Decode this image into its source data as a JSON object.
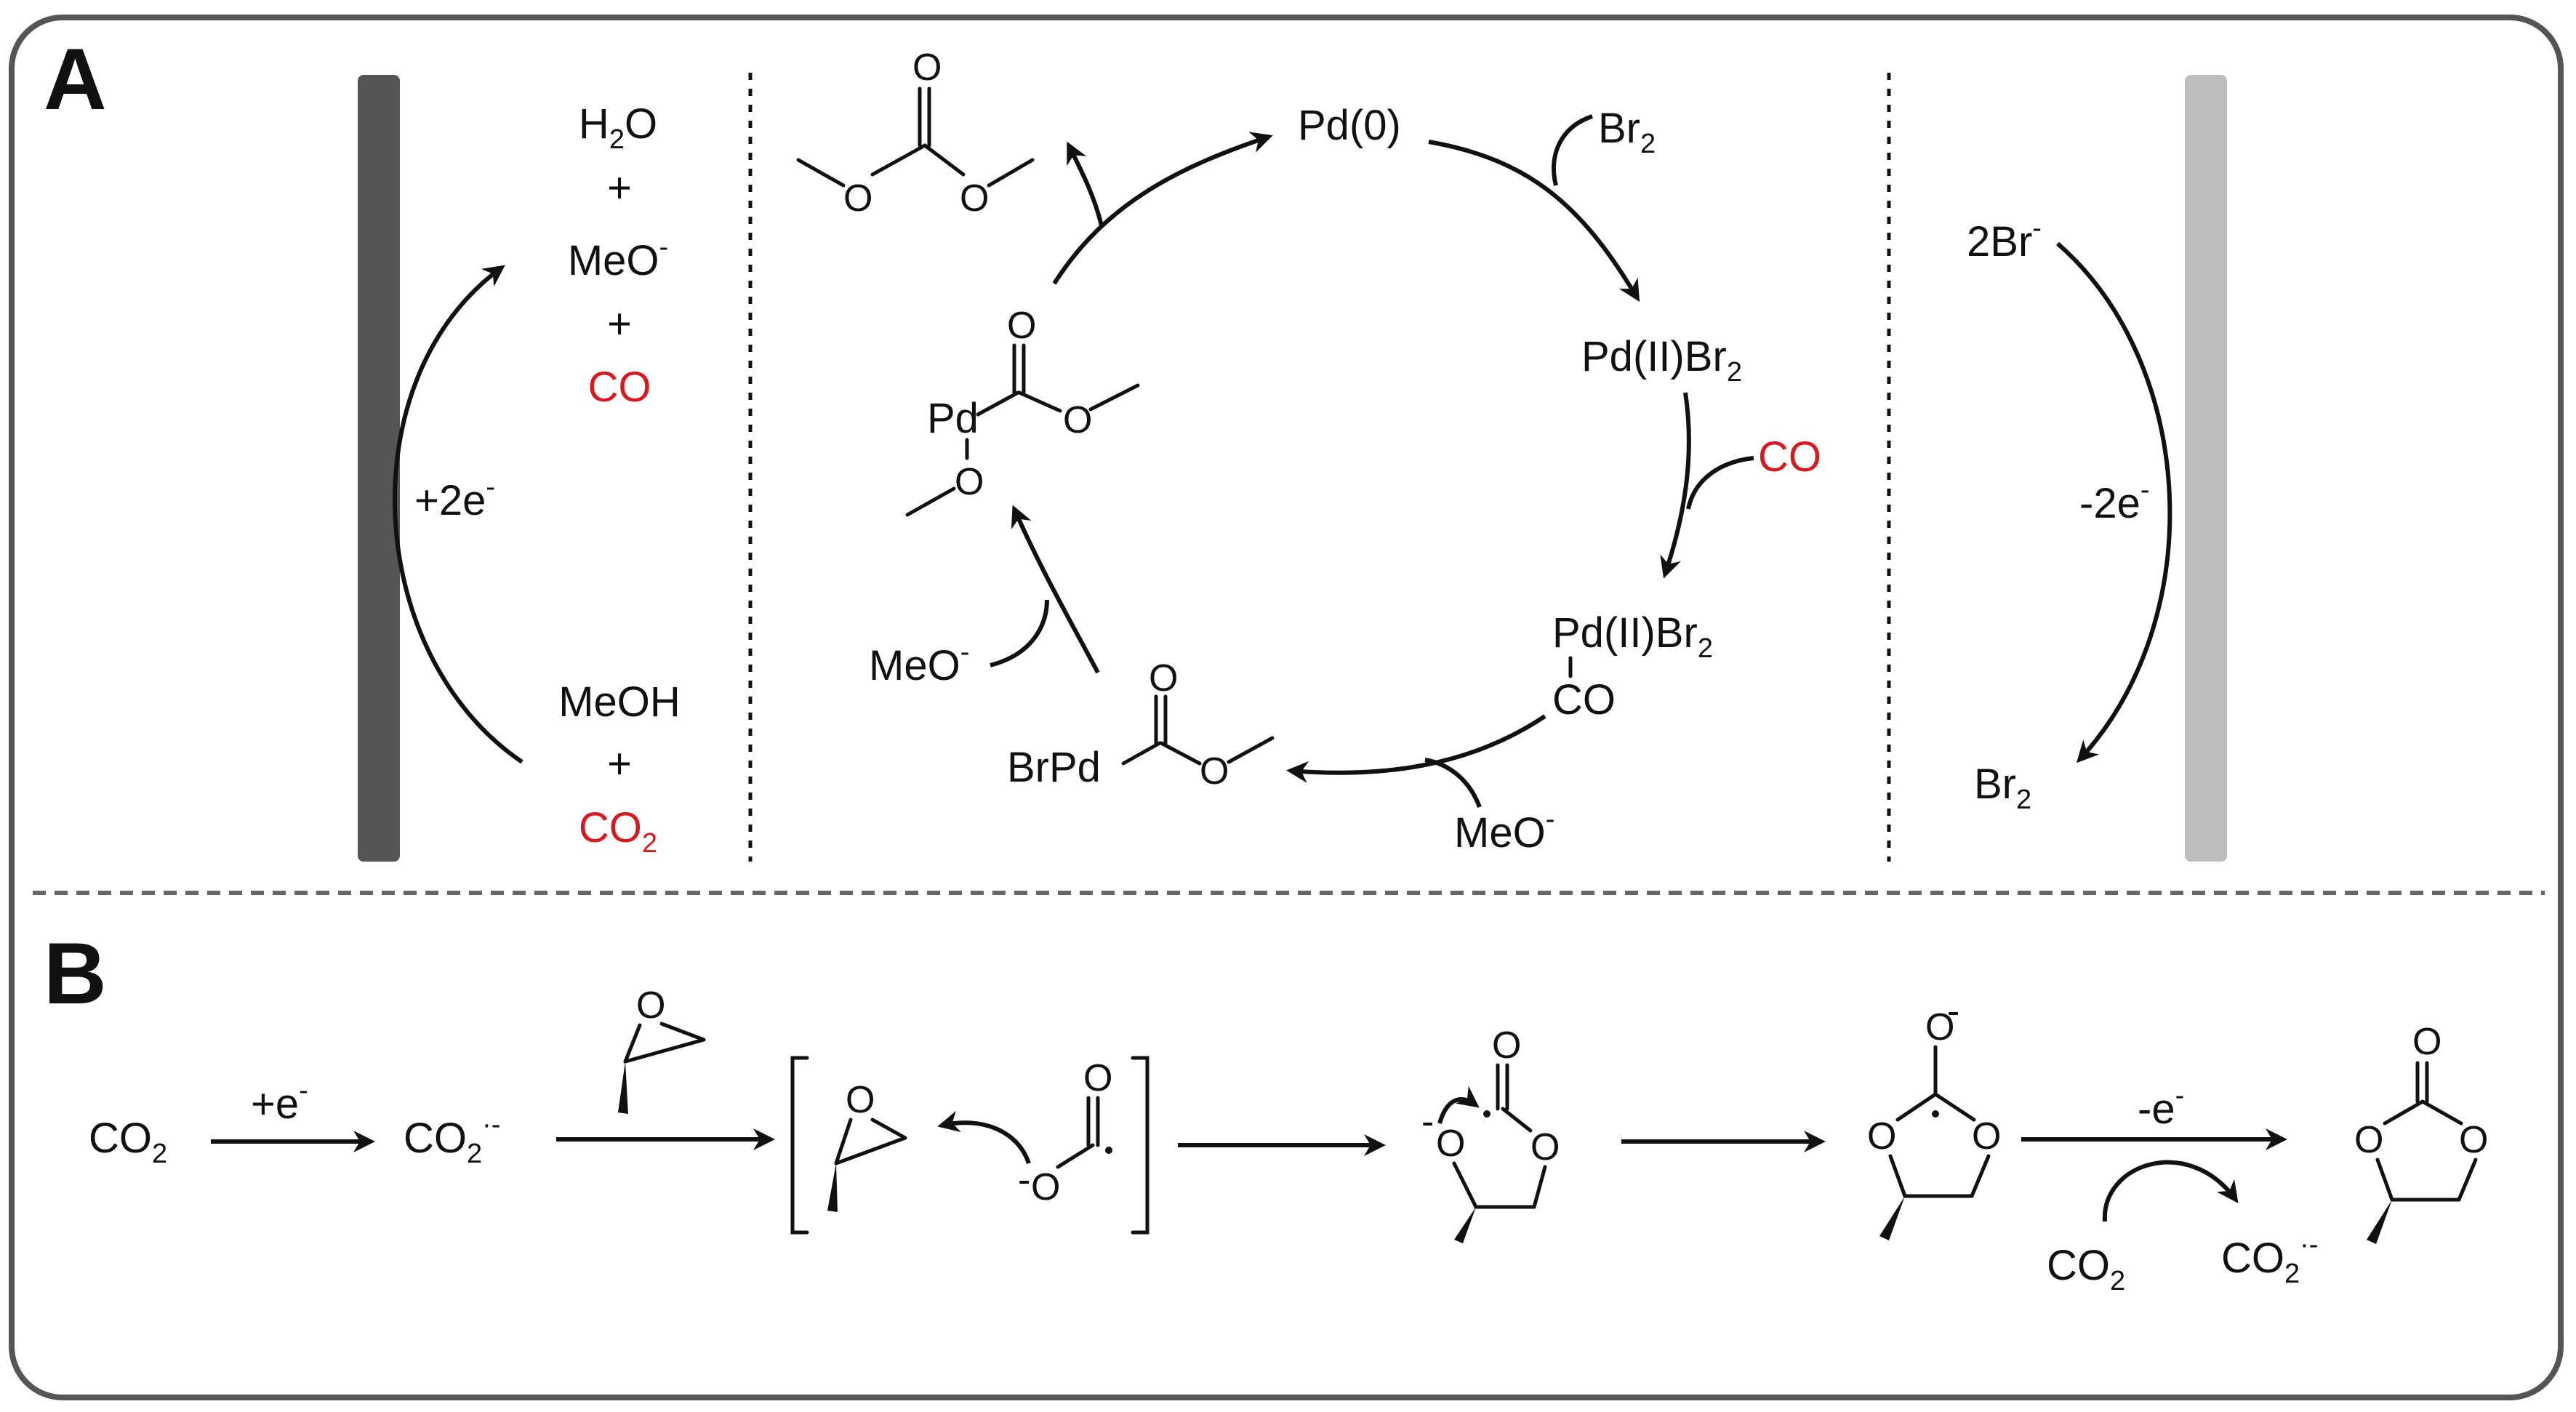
{
  "panel_a": {
    "label": "A",
    "cathode": {
      "products": {
        "h2o": "H",
        "h2o_sub": "2",
        "h2o_tail": "O",
        "plus1": "+",
        "meo": "MeO",
        "meo_sup": "-",
        "plus2": "+",
        "co": "CO"
      },
      "reactants": {
        "meoh": "MeOH",
        "plus": "+",
        "co2": "CO",
        "co2_sub": "2"
      },
      "electrons": "+2e",
      "electrons_sup": "-",
      "electrode_color": "#555555",
      "reagent_color": "#d71920"
    },
    "cycle": {
      "pd0": "Pd(0)",
      "br2": "Br",
      "br2_sub": "2",
      "pd2br2": "Pd(II)Br",
      "pd2br2_sub": "2",
      "co": "CO",
      "pd2br2_co": "Pd(II)Br",
      "pd2br2_co_sub": "2",
      "co_ligand": "CO",
      "meo_1": "MeO",
      "meo_1_sup": "-",
      "brpd": "BrPd",
      "o_carbonyl_1": "O",
      "o_ester_1": "O",
      "meo_2": "MeO",
      "meo_2_sup": "-",
      "pd_intermediate": "Pd",
      "o_carbonyl_2": "O",
      "o_ester_2": "O",
      "o_methoxy": "O",
      "dmc_o_carbonyl": "O",
      "dmc_o_left": "O",
      "dmc_o_right": "O"
    },
    "anode": {
      "reactant": "2Br",
      "reactant_sup": "-",
      "electrons": "-2e",
      "electrons_sup": "-",
      "product": "Br",
      "product_sub": "2",
      "electrode_color": "#bdbdbd"
    }
  },
  "panel_b": {
    "label": "B",
    "co2": "CO",
    "co2_sub": "2",
    "step1": "+e",
    "step1_sup": "-",
    "radical": "CO",
    "radical_sub": "2",
    "radical_sup": "·-",
    "epoxide_o": "O",
    "bracket_epoxide_o": "O",
    "carboxylate_o_top": "O",
    "carboxylate_o": "O",
    "carboxylate_charge": "-",
    "int1_o_top": "O",
    "int1_o_ring": "O",
    "int1_o_anion": "O",
    "int1_charge": "-",
    "int2_o_top": "O",
    "int2_charge": "-",
    "int2_o_left": "O",
    "int2_o_right": "O",
    "step_last": "-e",
    "step_last_sup": "-",
    "co2_in": "CO",
    "co2_in_sub": "2",
    "radical_out": "CO",
    "radical_out_sub": "2",
    "radical_out_sup": "·-",
    "product_o_top": "O",
    "product_o_left": "O",
    "product_o_right": "O"
  }
}
